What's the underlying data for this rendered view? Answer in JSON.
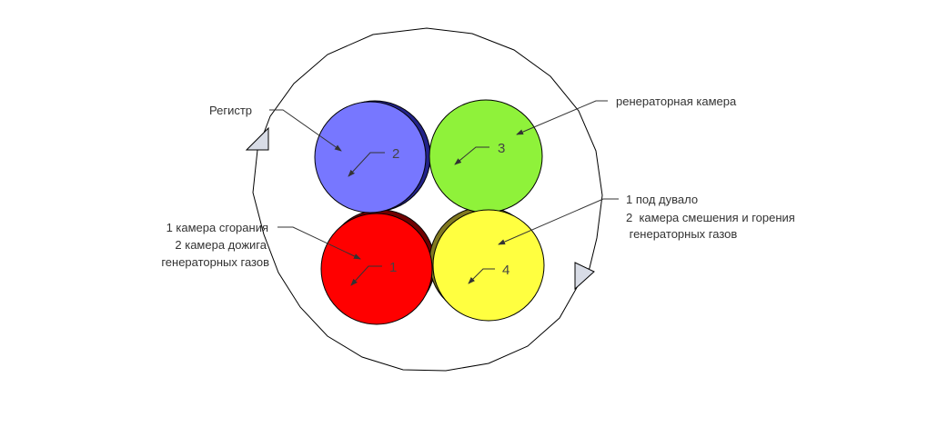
{
  "colors": {
    "chamber1": "#ff0000",
    "chamber2": "#7777ff",
    "chamber3": "#8ff23a",
    "chamber4": "#ffff40",
    "outline": "#000000",
    "arrow_fill": "#d8dce6"
  },
  "numbers": {
    "c1": "1",
    "c2": "2",
    "c3": "3",
    "c4": "4"
  },
  "labels": {
    "register": "Регистр",
    "generator_chamber": "ренераторная камера",
    "left_lines": [
      "1 камера сгорания",
      "2 камера дожига",
      "генераторных газов"
    ],
    "right_lines": [
      "1 под дувало",
      "2  камера смешения и горения",
      " генераторных газов"
    ]
  }
}
